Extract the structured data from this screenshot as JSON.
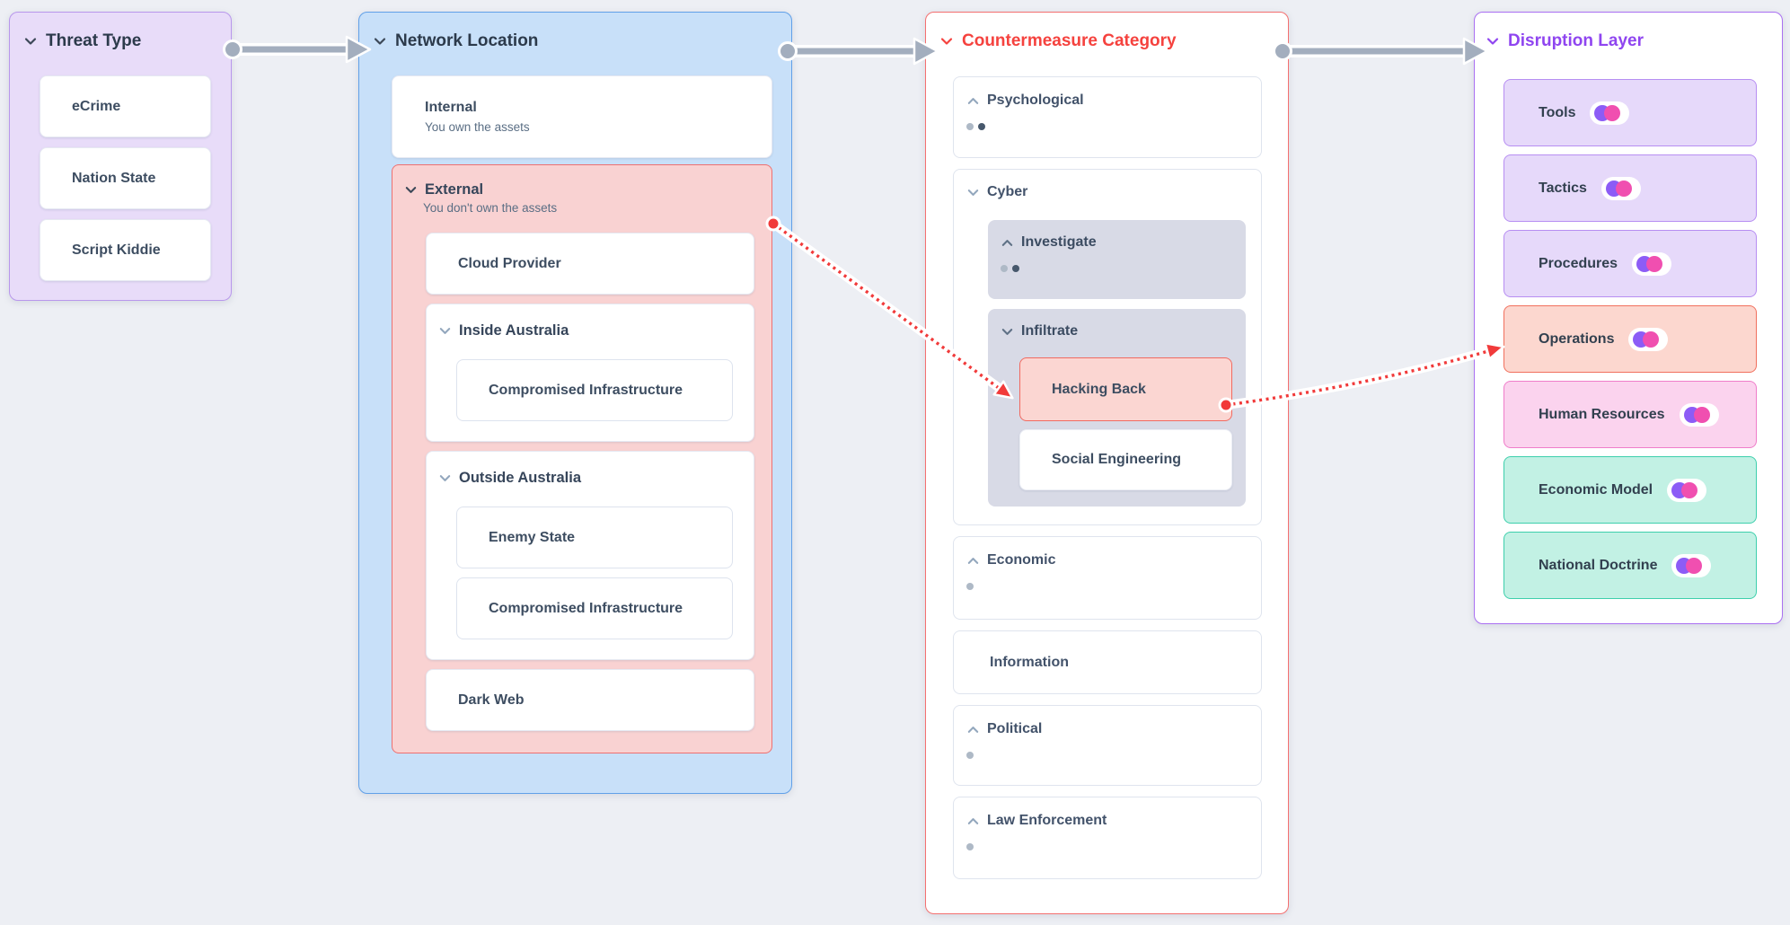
{
  "diagram": {
    "threat": {
      "title": "Threat Type",
      "items": [
        {
          "label": "eCrime"
        },
        {
          "label": "Nation State"
        },
        {
          "label": "Script Kiddie"
        }
      ]
    },
    "network": {
      "title": "Network Location",
      "internal": {
        "label": "Internal",
        "sublabel": "You own the assets"
      },
      "external": {
        "label": "External",
        "sublabel": "You don't own the assets",
        "cloud": {
          "label": "Cloud Provider"
        },
        "inside": {
          "label": "Inside Australia",
          "child0": {
            "label": "Compromised Infrastructure"
          }
        },
        "outside": {
          "label": "Outside Australia",
          "child0": {
            "label": "Enemy State"
          },
          "child1": {
            "label": "Compromised Infrastructure"
          }
        },
        "darkweb": {
          "label": "Dark Web"
        }
      }
    },
    "counter": {
      "title": "Countermeasure Category",
      "psychological": {
        "label": "Psychological"
      },
      "cyber": {
        "label": "Cyber",
        "investigate": {
          "label": "Investigate"
        },
        "infiltrate": {
          "label": "Infiltrate",
          "hacking": {
            "label": "Hacking Back"
          },
          "social": {
            "label": "Social Engineering"
          }
        }
      },
      "economic": {
        "label": "Economic"
      },
      "information": {
        "label": "Information"
      },
      "political": {
        "label": "Political"
      },
      "law": {
        "label": "Law Enforcement"
      }
    },
    "disruption": {
      "title": "Disruption Layer",
      "items": [
        {
          "label": "Tools"
        },
        {
          "label": "Tactics"
        },
        {
          "label": "Procedures"
        },
        {
          "label": "Operations"
        },
        {
          "label": "Human Resources"
        },
        {
          "label": "Economic Model"
        },
        {
          "label": "National Doctrine"
        }
      ]
    },
    "colors": {
      "accent_red": "#f5423e",
      "accent_purple": "#8f45f0",
      "connector_gray": "#a3aebe",
      "link_red": "#f13a3a",
      "badge_purple": "#8c5cf6",
      "badge_pink": "#f04fb0",
      "highlight_fill": "#fbd6d2"
    }
  }
}
